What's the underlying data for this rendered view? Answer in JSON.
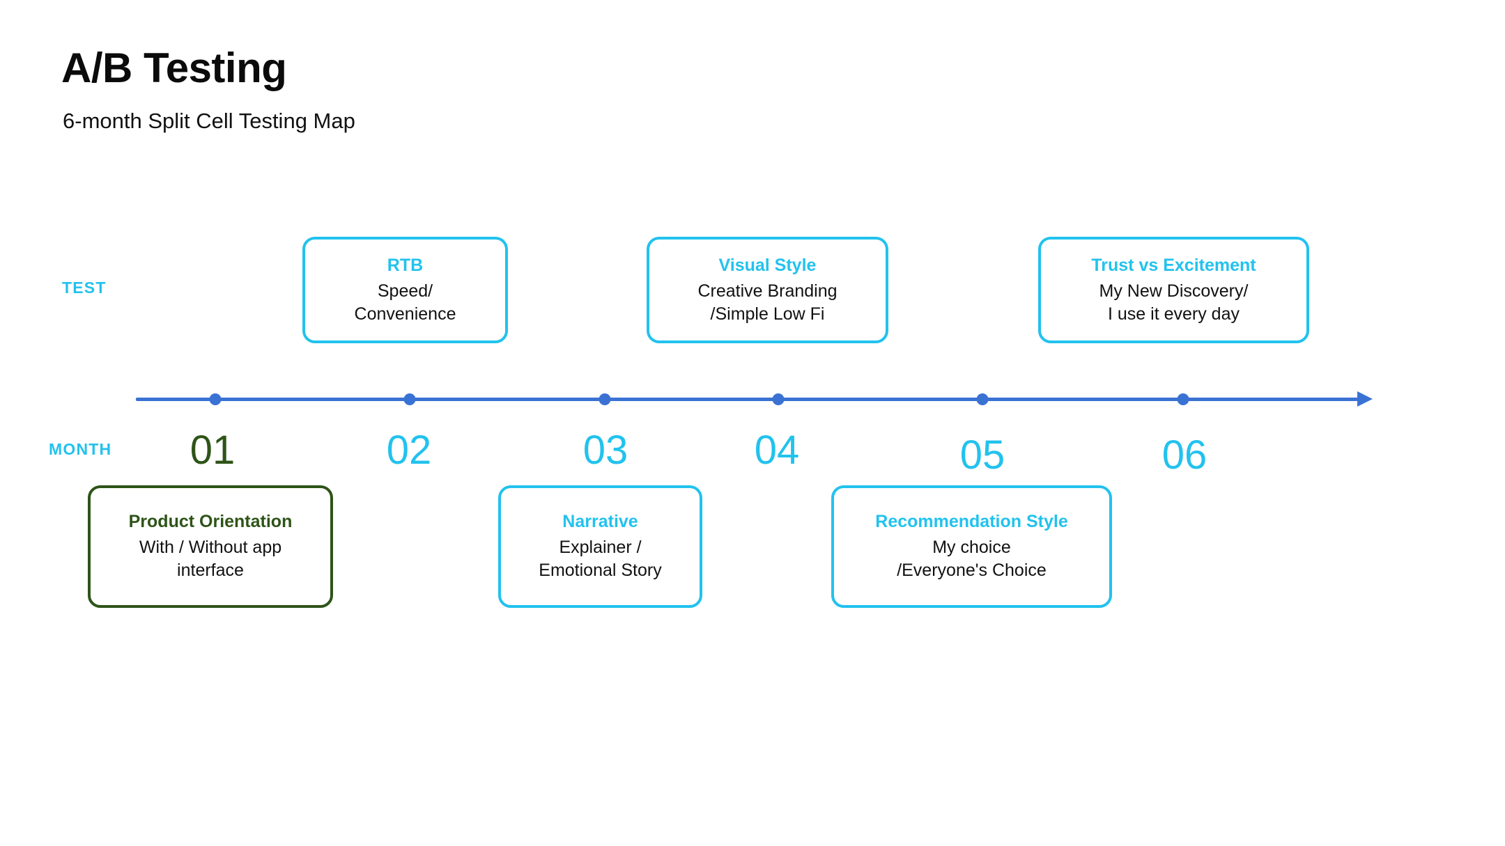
{
  "header": {
    "title": "A/B Testing",
    "subtitle": "6-month Split Cell Testing Map"
  },
  "labels": {
    "test": "TEST",
    "month": "MONTH"
  },
  "colors": {
    "cyan": "#22c2ee",
    "green": "#2e5418",
    "axis_blue": "#3a72d4",
    "text_black": "#111111",
    "background": "#ffffff"
  },
  "timeline": {
    "axis_color": "#3a72d4",
    "arrow": "right-arrow",
    "months": [
      {
        "number": "01",
        "color": "#2e5418"
      },
      {
        "number": "02",
        "color": "#22c2ee"
      },
      {
        "number": "03",
        "color": "#22c2ee"
      },
      {
        "number": "04",
        "color": "#22c2ee"
      },
      {
        "number": "05",
        "color": "#22c2ee"
      },
      {
        "number": "06",
        "color": "#22c2ee"
      }
    ]
  },
  "test_cards": [
    {
      "title": "RTB",
      "line1": "Speed/",
      "line2": "Convenience",
      "accent": "#22c2ee",
      "month": "02"
    },
    {
      "title": "Visual Style",
      "line1": "Creative Branding",
      "line2": "/Simple Low Fi",
      "accent": "#22c2ee",
      "month": "04"
    },
    {
      "title": "Trust vs Excitement",
      "line1": "My New Discovery/",
      "line2": "I use it every day",
      "accent": "#22c2ee",
      "month": "06"
    }
  ],
  "month_cards": [
    {
      "title": "Product Orientation",
      "line1": "With / Without app",
      "line2": "interface",
      "accent": "#2e5418",
      "month": "01"
    },
    {
      "title": "Narrative",
      "line1": "Explainer /",
      "line2": "Emotional Story",
      "accent": "#22c2ee",
      "month": "03"
    },
    {
      "title": "Recommendation Style",
      "line1": "My choice",
      "line2": "/Everyone's Choice",
      "accent": "#22c2ee",
      "month": "05"
    }
  ]
}
